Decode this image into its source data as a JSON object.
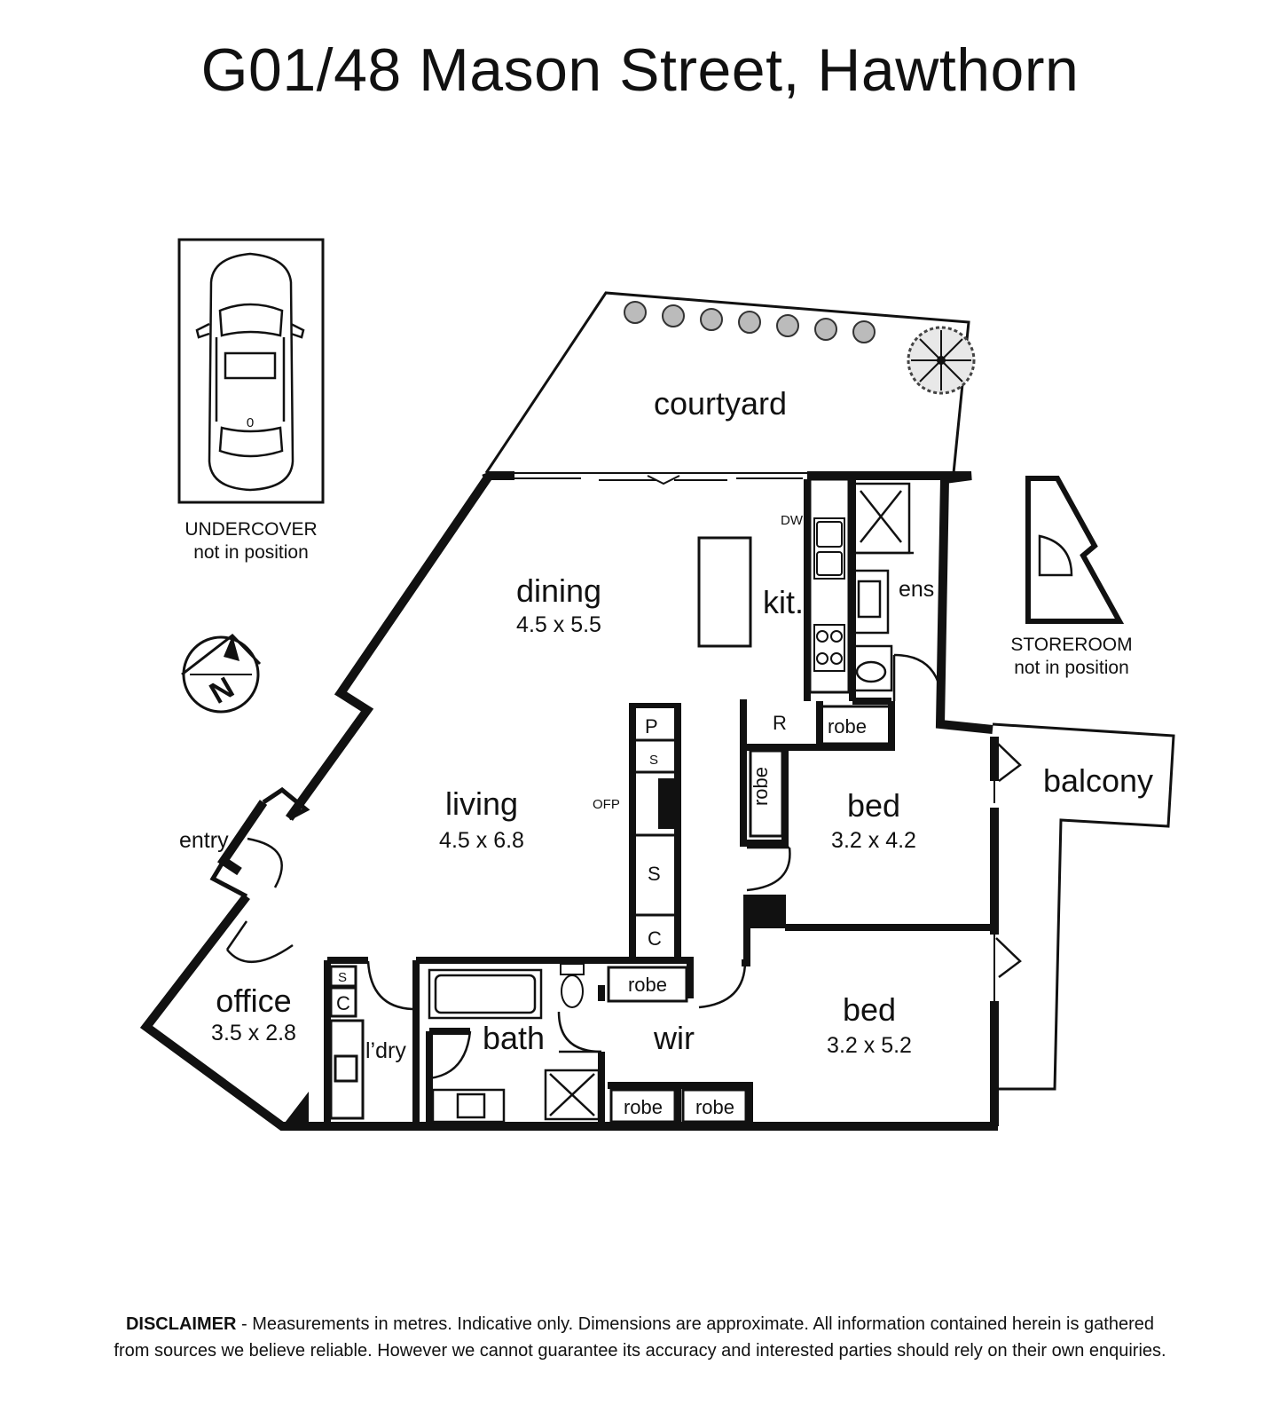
{
  "title": "G01/48 Mason Street, Hawthorn",
  "rooms": {
    "courtyard": "courtyard",
    "dining": {
      "name": "dining",
      "dims": "4.5 x 5.5"
    },
    "kitchen": "kit.",
    "ensuite": "ens",
    "living": {
      "name": "living",
      "dims": "4.5 x 6.8"
    },
    "bed1": {
      "name": "bed",
      "dims": "3.2 x 4.2"
    },
    "bed2": {
      "name": "bed",
      "dims": "3.2 x 5.2"
    },
    "balcony": "balcony",
    "entry": "entry",
    "office": {
      "name": "office",
      "dims": "3.5 x 2.8"
    },
    "laundry": "l’dry",
    "bath": "bath",
    "wir": "wir"
  },
  "fixtures": {
    "dw": "DW",
    "ofp": "OFP",
    "pantry": "P",
    "shelf": "S",
    "cupboard": "C",
    "refrigerator": "R",
    "robe": "robe"
  },
  "notes": {
    "undercover_1": "UNDERCOVER",
    "undercover_2": "not in position",
    "storeroom_1": "STOREROOM",
    "storeroom_2": "not in position"
  },
  "compass": {
    "letter": "N",
    "icon": "north-arrow-icon"
  },
  "disclaimer": {
    "lead": "DISCLAIMER",
    "line1": " - Measurements in metres. Indicative only. Dimensions are approximate. All information contained herein is gathered",
    "line2": "from sources we believe reliable. However we cannot guarantee its accuracy and interested parties should rely on their own enquiries."
  }
}
